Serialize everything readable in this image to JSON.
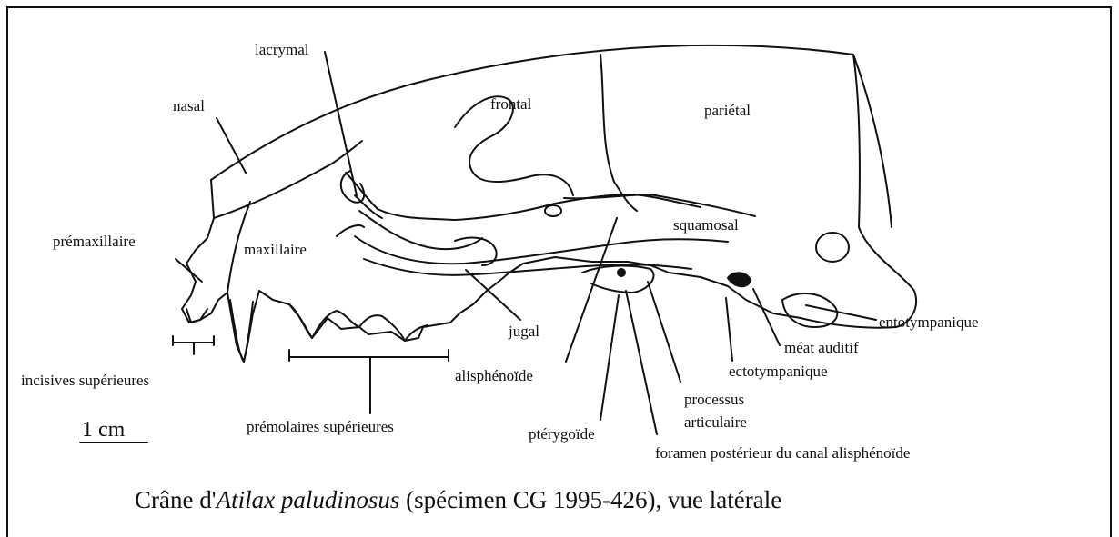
{
  "labels": {
    "lacrymal": "lacrymal",
    "nasal": "nasal",
    "frontal": "frontal",
    "parietal": "pariétal",
    "premaxillaire": "prémaxillaire",
    "maxillaire": "maxillaire",
    "squamosal": "squamosal",
    "entotympanique": "entotympanique",
    "jugal": "jugal",
    "meat_auditif": "méat auditif",
    "ectotympanique": "ectotympanique",
    "incisives": "incisives supérieures",
    "alisphenoide": "alisphénoïde",
    "processus_l1": "processus",
    "processus_l2": "articulaire",
    "premolaires": "prémolaires supérieures",
    "pterygoide": "ptérygoïde",
    "foramen": "foramen postérieur du canal alisphénoïde"
  },
  "scale_bar": "1 cm",
  "caption": {
    "prefix": "Crâne d'",
    "species": "Atilax paludinosus",
    "suffix": " (spécimen CG 1995-426), vue latérale"
  }
}
